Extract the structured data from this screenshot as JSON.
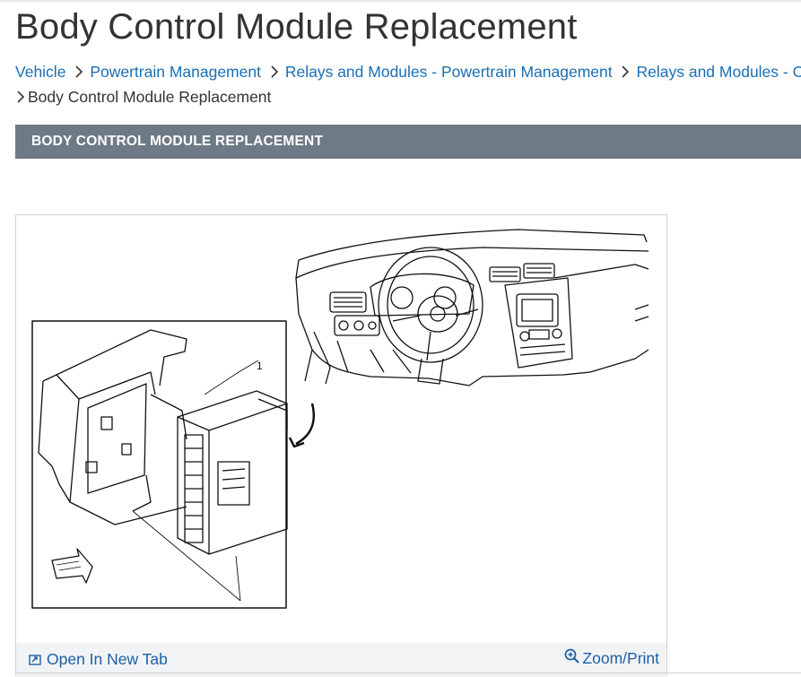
{
  "page": {
    "title": "Body Control Module Replacement"
  },
  "breadcrumb": {
    "items": [
      "Vehicle",
      "Powertrain Management",
      "Relays and Modules - Powertrain Management",
      "Relays and Modules - Co"
    ],
    "current": "Body Control Module Replacement"
  },
  "section": {
    "heading": "BODY CONTROL MODULE REPLACEMENT"
  },
  "figure": {
    "callout": "1",
    "open_tab_label": "Open In New Tab",
    "zoom_label": "Zoom/Print",
    "icons": [
      "open-new-tab-icon",
      "zoom-icon",
      "chevron-right-icon"
    ]
  },
  "colors": {
    "link": "#1a6fb5",
    "section_bar": "#6e7a85",
    "footer_bg": "#f2f3f4"
  }
}
